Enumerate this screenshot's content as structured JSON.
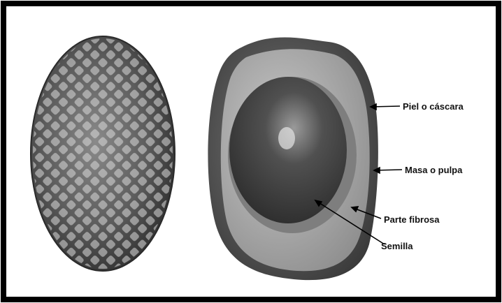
{
  "labels": {
    "skin": "Piel o cáscara",
    "pulp": "Masa o pulpa",
    "fiber": "Parte fibrosa",
    "seed": "Semilla"
  },
  "colors": {
    "border": "#000000",
    "background": "#ffffff",
    "fruit_dark": "#3c3c3c",
    "fruit_mid": "#6e6e6e",
    "fruit_light": "#bdbdbd",
    "pulp": "#a9a9a9"
  }
}
